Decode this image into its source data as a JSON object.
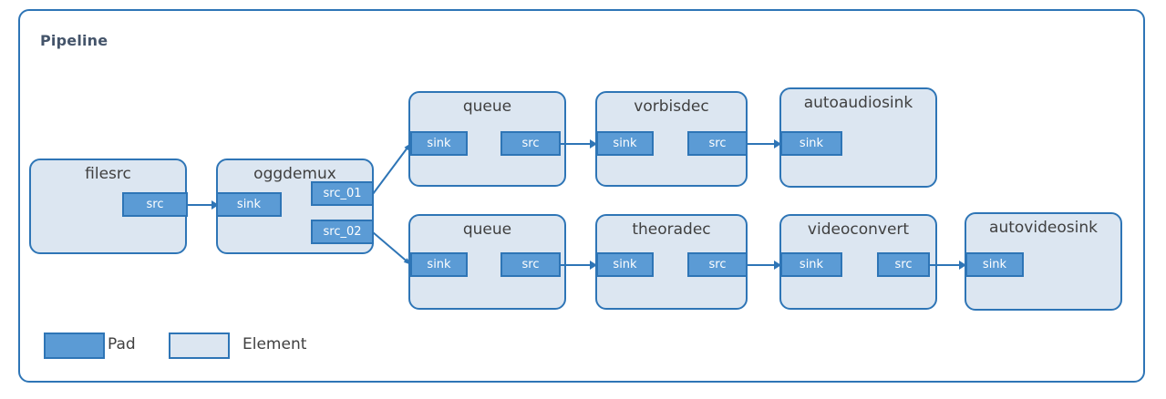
{
  "pipeline": {
    "title": "Pipeline"
  },
  "colors": {
    "pad_fill": "#5b9bd5",
    "element_fill": "#dce6f1",
    "border": "#2e75b6",
    "title_text": "#44546a",
    "label_text": "#404040",
    "background": "#ffffff"
  },
  "elements": [
    {
      "id": "filesrc",
      "name": "filesrc",
      "pads": [
        {
          "id": "filesrc-src",
          "label": "src",
          "direction": "src"
        }
      ]
    },
    {
      "id": "oggdemux",
      "name": "oggdemux",
      "pads": [
        {
          "id": "oggdemux-sink",
          "label": "sink",
          "direction": "sink"
        },
        {
          "id": "oggdemux-src-01",
          "label": "src_01",
          "direction": "src"
        },
        {
          "id": "oggdemux-src-02",
          "label": "src_02",
          "direction": "src"
        }
      ]
    },
    {
      "id": "queue-audio",
      "name": "queue",
      "pads": [
        {
          "id": "queue-audio-sink",
          "label": "sink",
          "direction": "sink"
        },
        {
          "id": "queue-audio-src",
          "label": "src",
          "direction": "src"
        }
      ]
    },
    {
      "id": "vorbisdec",
      "name": "vorbisdec",
      "pads": [
        {
          "id": "vorbisdec-sink",
          "label": "sink",
          "direction": "sink"
        },
        {
          "id": "vorbisdec-src",
          "label": "src",
          "direction": "src"
        }
      ]
    },
    {
      "id": "autoaudiosink",
      "name": "autoaudiosink",
      "pads": [
        {
          "id": "autoaudiosink-sink",
          "label": "sink",
          "direction": "sink"
        }
      ]
    },
    {
      "id": "queue-video",
      "name": "queue",
      "pads": [
        {
          "id": "queue-video-sink",
          "label": "sink",
          "direction": "sink"
        },
        {
          "id": "queue-video-src",
          "label": "src",
          "direction": "src"
        }
      ]
    },
    {
      "id": "theoradec",
      "name": "theoradec",
      "pads": [
        {
          "id": "theoradec-sink",
          "label": "sink",
          "direction": "sink"
        },
        {
          "id": "theoradec-src",
          "label": "src",
          "direction": "src"
        }
      ]
    },
    {
      "id": "videoconvert",
      "name": "videoconvert",
      "pads": [
        {
          "id": "videoconvert-sink",
          "label": "sink",
          "direction": "sink"
        },
        {
          "id": "videoconvert-src",
          "label": "src",
          "direction": "src"
        }
      ]
    },
    {
      "id": "autovideosink",
      "name": "autovideosink",
      "pads": [
        {
          "id": "autovideosink-sink",
          "label": "sink",
          "direction": "sink"
        }
      ]
    }
  ],
  "connections": [
    {
      "from": "filesrc-src",
      "to": "oggdemux-sink",
      "kind": "straight"
    },
    {
      "from": "oggdemux-src-01",
      "to": "queue-audio-sink",
      "kind": "diagonal"
    },
    {
      "from": "oggdemux-src-02",
      "to": "queue-video-sink",
      "kind": "diagonal"
    },
    {
      "from": "queue-audio-src",
      "to": "vorbisdec-sink",
      "kind": "straight"
    },
    {
      "from": "vorbisdec-src",
      "to": "autoaudiosink-sink",
      "kind": "straight"
    },
    {
      "from": "queue-video-src",
      "to": "theoradec-sink",
      "kind": "straight"
    },
    {
      "from": "theoradec-src",
      "to": "videoconvert-sink",
      "kind": "straight"
    },
    {
      "from": "videoconvert-src",
      "to": "autovideosink-sink",
      "kind": "straight"
    }
  ],
  "legend": {
    "items": [
      {
        "id": "pad",
        "label": "Pad",
        "swatch": "pad"
      },
      {
        "id": "element",
        "label": "Element",
        "swatch": "element"
      }
    ]
  }
}
